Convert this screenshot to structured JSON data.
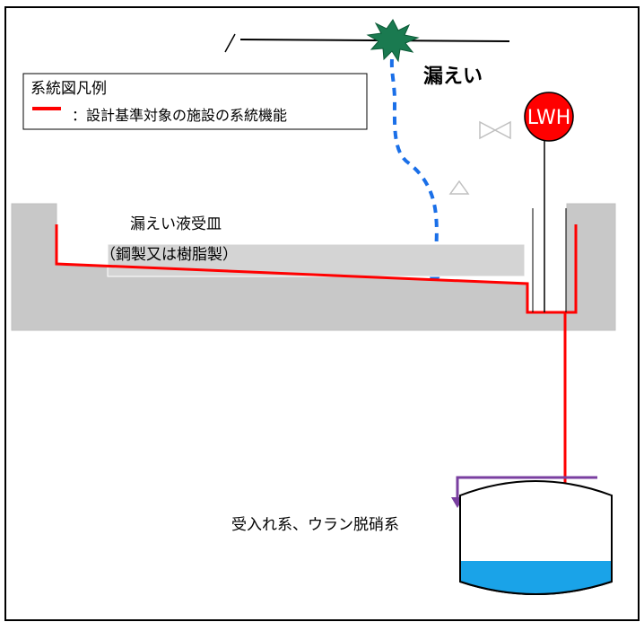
{
  "leak": {
    "label": "漏えい"
  },
  "legend": {
    "title": "系統図凡例",
    "item_text": "：設計基準対象の施設の系統機能",
    "item_color": "#ff0000"
  },
  "tray": {
    "label_line1": "漏えい液受皿",
    "label_line2": "（鋼製又は樹脂製）",
    "color": "#c8c8c8"
  },
  "detector": {
    "label": "LWH",
    "color": "#ff0000"
  },
  "tank": {
    "label": "受入れ系、ウラン脱硝系",
    "liquid_color": "#1aa3e8"
  },
  "colors": {
    "system_line": "#ff0000",
    "leak_path": "#1a6fe8",
    "burst": "#1a7a50",
    "inflow": "#7a3fa0"
  },
  "icons": {
    "burst": "leak-burst-icon",
    "valve": "valve-icon",
    "instrument": "triangle-icon"
  }
}
